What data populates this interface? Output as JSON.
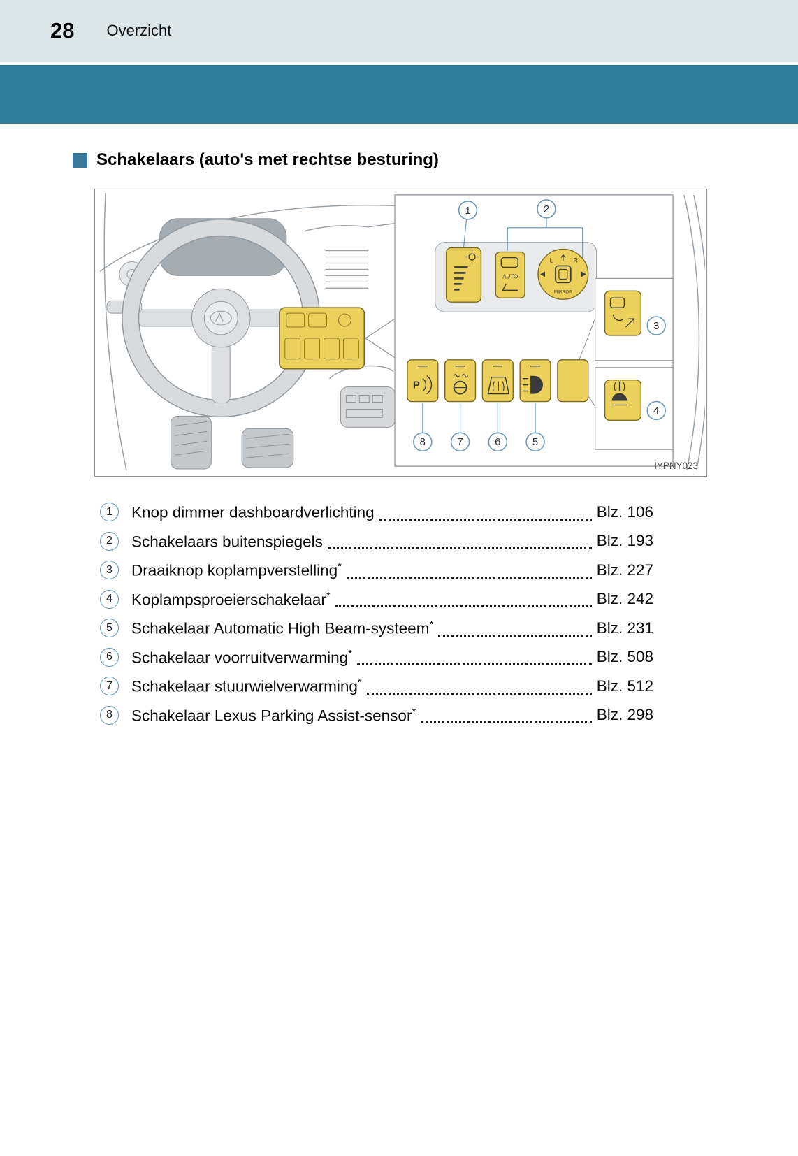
{
  "page": {
    "number": "28",
    "section": "Overzicht"
  },
  "heading": "Schakelaars (auto's met rechtse besturing)",
  "figure": {
    "code": "IYPNY023",
    "callouts": [
      "1",
      "2",
      "3",
      "4",
      "5",
      "6",
      "7",
      "8"
    ],
    "labels": {
      "auto": "AUTO",
      "mirror": "MIRROR",
      "l": "L",
      "r": "R",
      "p": "P"
    }
  },
  "items": [
    {
      "num": "1",
      "label": "Knop dimmer dashboardverlichting",
      "mark": "",
      "page": "Blz. 106"
    },
    {
      "num": "2",
      "label": "Schakelaars buitenspiegels",
      "mark": "",
      "page": "Blz. 193"
    },
    {
      "num": "3",
      "label": "Draaiknop koplampverstelling",
      "mark": "*",
      "page": "Blz. 227"
    },
    {
      "num": "4",
      "label": "Koplampsproeierschakelaar",
      "mark": "*",
      "page": "Blz. 242"
    },
    {
      "num": "5",
      "label": "Schakelaar Automatic High Beam-systeem",
      "mark": "*",
      "page": "Blz. 231"
    },
    {
      "num": "6",
      "label": "Schakelaar voorruitverwarming",
      "mark": "*",
      "page": "Blz. 508"
    },
    {
      "num": "7",
      "label": "Schakelaar stuurwielverwarming",
      "mark": "*",
      "page": "Blz. 512"
    },
    {
      "num": "8",
      "label": "Schakelaar Lexus Parking Assist-sensor",
      "mark": "*",
      "page": "Blz. 298"
    }
  ],
  "colors": {
    "header_band": "#dbe5ea",
    "teal_band": "#2f7e9b",
    "switch_yellow": "#ecd05c",
    "callout_blue": "#6b9ab5"
  }
}
